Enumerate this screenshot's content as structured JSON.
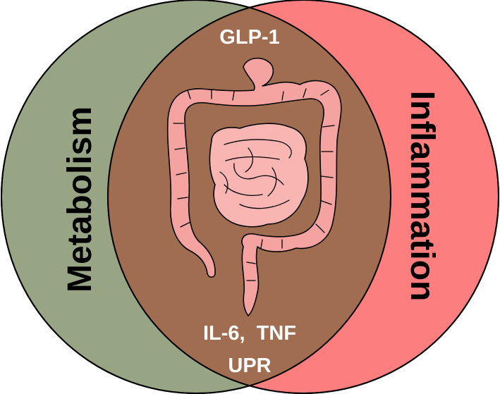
{
  "circles": {
    "left": {
      "label": "Metabolism",
      "color": "#98A584"
    },
    "right": {
      "label": "Inflammation",
      "color": "#FC7E7E"
    },
    "overlap_color": "#A06D50"
  },
  "overlap": {
    "top_label": "GLP-1",
    "bottom_line1": "IL-6,  TNF",
    "bottom_line2": "UPR"
  },
  "illustration": {
    "name": "intestine-icon",
    "color": "#F4A3A0",
    "inner_color": "#F8B5B2"
  }
}
